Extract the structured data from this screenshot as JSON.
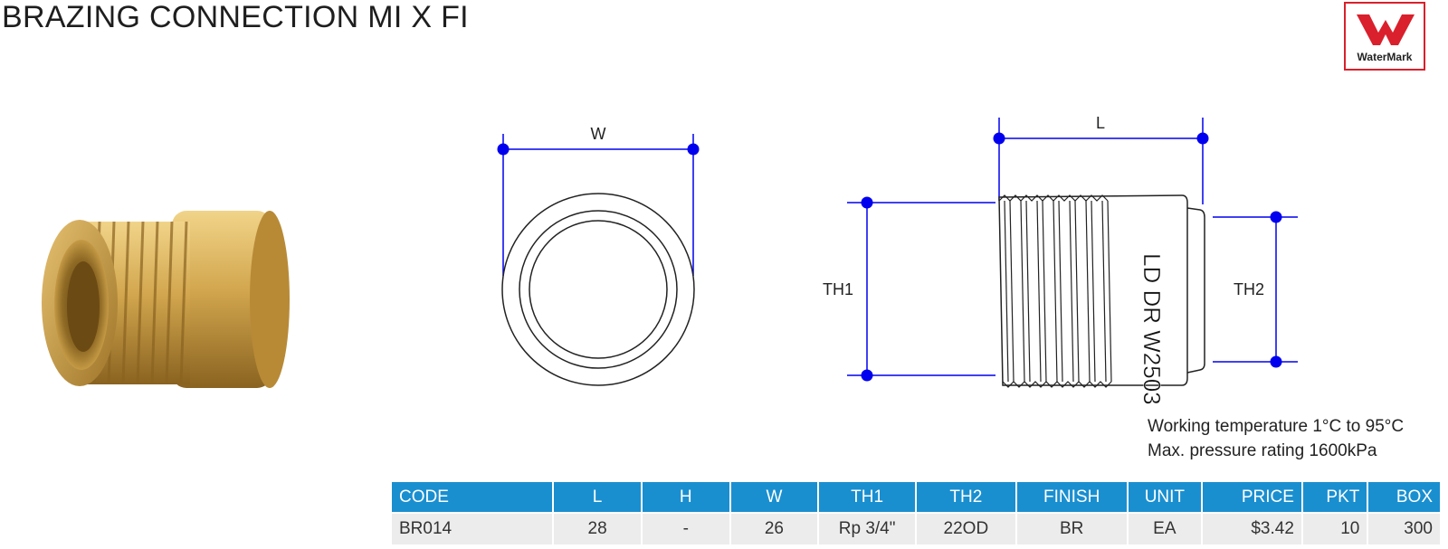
{
  "page_title": "BRAZING CONNECTION MI X FI",
  "logo": {
    "text": "WaterMark",
    "color": "#d9202c"
  },
  "drawing_labels": {
    "w": "W",
    "l": "L",
    "th1": "TH1",
    "th2": "TH2",
    "body_marking": "LD DR W2503"
  },
  "notes": [
    "Working temperature 1°C to 95°C",
    "Max. pressure rating 1600kPa"
  ],
  "table": {
    "headers": [
      "CODE",
      "L",
      "H",
      "W",
      "TH1",
      "TH2",
      "FINISH",
      "UNIT",
      "PRICE",
      "PKT",
      "BOX"
    ],
    "rows": [
      [
        "BR014",
        "28",
        "-",
        "26",
        "Rp 3/4\"",
        "22OD",
        "BR",
        "EA",
        "$3.42",
        "10",
        "300"
      ]
    ]
  },
  "colors": {
    "header_bg": "#1a8fd0",
    "row_bg": "#ececec",
    "dimension_lines": "#0000ee",
    "brass": "#c9a04a"
  }
}
